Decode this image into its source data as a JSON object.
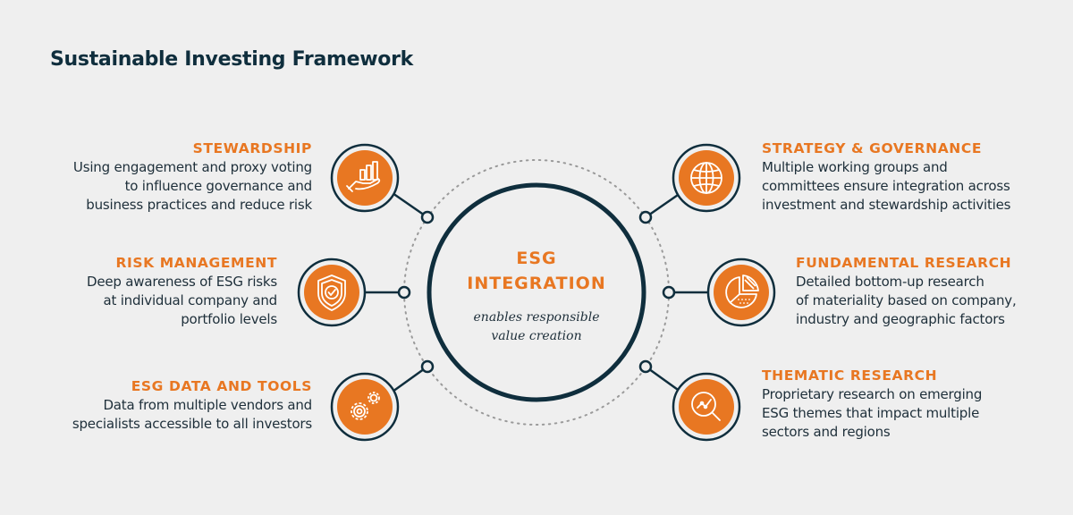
{
  "title": "Sustainable Investing Framework",
  "center": {
    "title_line1": "ESG",
    "title_line2": "INTEGRATION",
    "subtitle_line1": "enables responsible",
    "subtitle_line2": "value creation"
  },
  "left_items": [
    {
      "heading": "STEWARDSHIP",
      "lines": [
        "Using engagement and proxy voting",
        "to influence governance and",
        "business practices and reduce risk"
      ],
      "icon": "hand-bar-chart-icon"
    },
    {
      "heading": "RISK MANAGEMENT",
      "lines": [
        "Deep awareness of ESG risks",
        "at individual company and",
        "portfolio levels"
      ],
      "icon": "shield-check-icon"
    },
    {
      "heading": "ESG DATA AND TOOLS",
      "lines": [
        "Data from multiple vendors and",
        "specialists accessible to all investors"
      ],
      "icon": "gears-icon"
    }
  ],
  "right_items": [
    {
      "heading": "STRATEGY & GOVERNANCE",
      "lines": [
        "Multiple working groups and",
        "committees ensure integration across",
        "investment and stewardship activities"
      ],
      "icon": "globe-icon"
    },
    {
      "heading": "FUNDAMENTAL RESEARCH",
      "lines": [
        "Detailed bottom-up research",
        "of materiality based on company,",
        "industry and geographic factors"
      ],
      "icon": "pie-chart-icon"
    },
    {
      "heading": "THEMATIC RESEARCH",
      "lines": [
        "Proprietary research on emerging",
        "ESG themes that impact multiple",
        "sectors and regions"
      ],
      "icon": "magnifier-chart-icon"
    }
  ],
  "colors": {
    "accent": "#e87722",
    "navy": "#0f2e3d",
    "background": "#efefef"
  }
}
